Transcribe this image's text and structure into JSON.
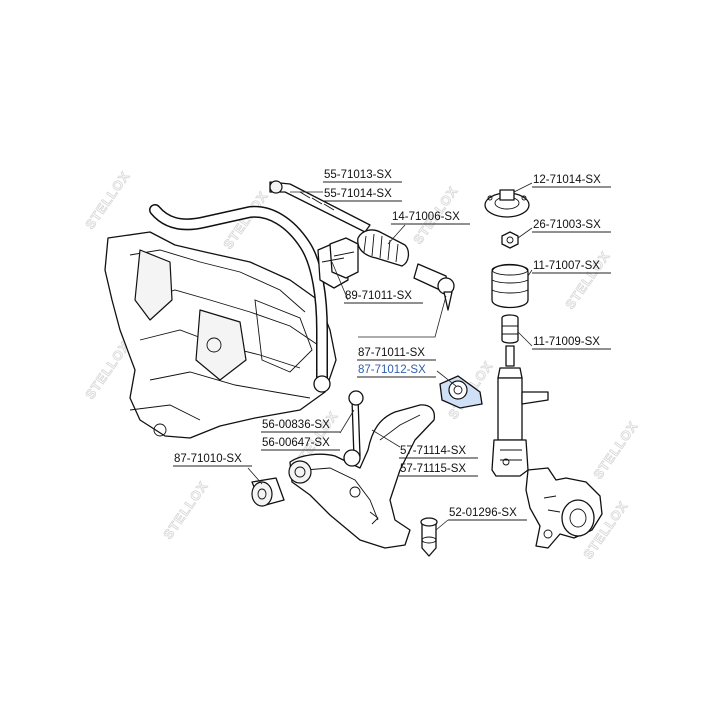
{
  "watermark_text": "STELLOX",
  "highlight_color": "#2f5fb0",
  "labels": {
    "p55_71013": "55-71013-SX",
    "p55_71014": "55-71014-SX",
    "p14_71006": "14-71006-SX",
    "p89_71011": "89-71011-SX",
    "p87_71011": "87-71011-SX",
    "p87_71012": "87-71012-SX",
    "p56_00836": "56-00836-SX",
    "p56_00647": "56-00647-SX",
    "p87_71010": "87-71010-SX",
    "p57_71114": "57-71114-SX",
    "p57_71115": "57-71115-SX",
    "p52_01296": "52-01296-SX",
    "p12_71014": "12-71014-SX",
    "p26_71003": "26-71003-SX",
    "p11_71007": "11-71007-SX",
    "p11_71009": "11-71009-SX"
  }
}
